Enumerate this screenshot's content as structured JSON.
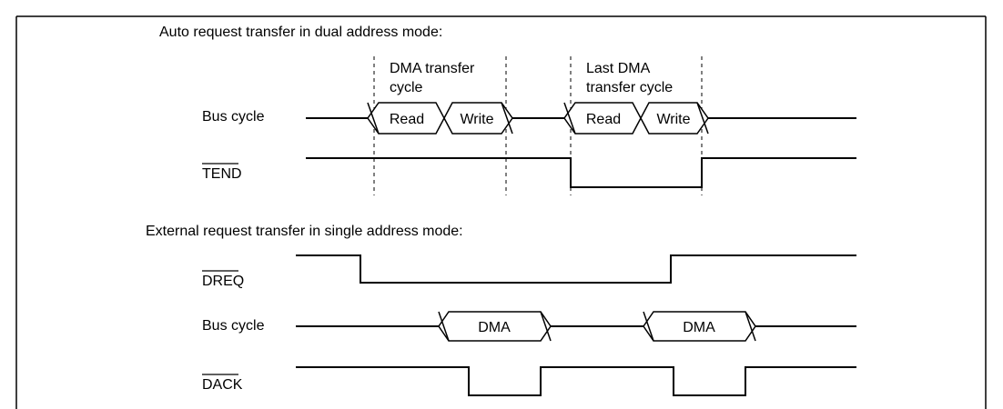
{
  "section1": {
    "title": "Auto request transfer in dual address mode:",
    "annotation_1_line1": "DMA transfer",
    "annotation_1_line2": "cycle",
    "annotation_2_line1": "Last DMA",
    "annotation_2_line2": "transfer cycle",
    "bus_cycle_label": "Bus cycle",
    "tend_label": "TEND",
    "read_1": "Read",
    "write_1": "Write",
    "read_2": "Read",
    "write_2": "Write"
  },
  "section2": {
    "title": "External request transfer in single address mode:",
    "dreq_label": "DREQ",
    "bus_cycle_label": "Bus cycle",
    "dack_label": "DACK",
    "dma_1": "DMA",
    "dma_2": "DMA"
  }
}
